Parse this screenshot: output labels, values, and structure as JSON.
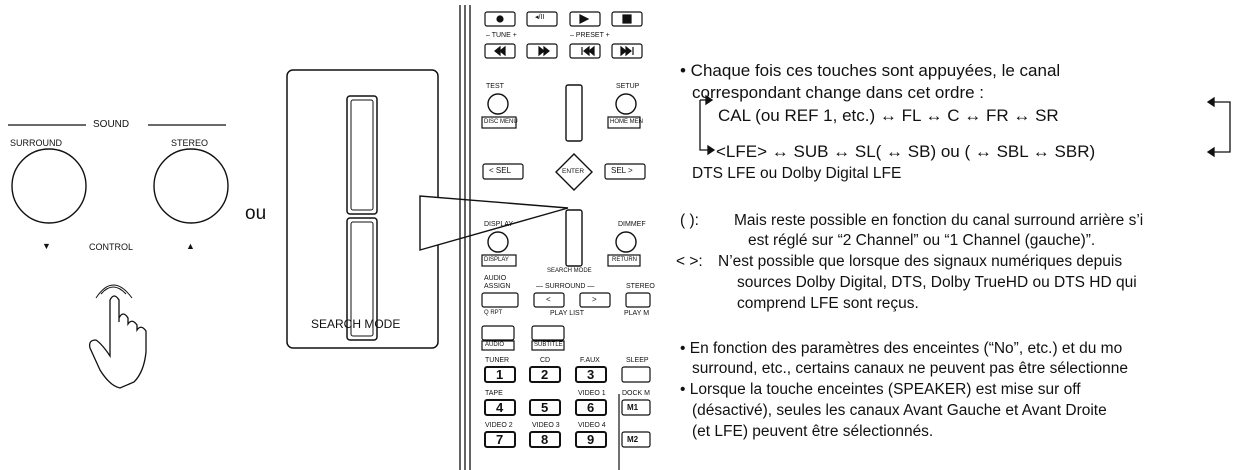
{
  "panel": {
    "sound_label": "SOUND",
    "surround_label": "SURROUND",
    "stereo_label": "STEREO",
    "control_label": "CONTROL",
    "down_arrow": "▼",
    "up_arrow": "▲"
  },
  "ou": "ou",
  "zoom": {
    "search_mode_label": "SEARCH MODE"
  },
  "remote": {
    "tune_label": "–  TUNE  +",
    "preset_label": "–  PRESET  +",
    "test": "TEST",
    "setup": "SETUP",
    "disc_menu": "DISC MENU",
    "home_menu": "HOME MEN",
    "sel_left": "< SEL",
    "sel_right": "SEL >",
    "enter": "ENTER",
    "display": "DISPLAY",
    "display_box": "DISPLAY",
    "dimmer": "DIMMEF",
    "return": "RETURN",
    "search_mode": "SEARCH MODE",
    "audio_assign_1": "AUDIO",
    "audio_assign_2": "ASSIGN",
    "surround": "— SURROUND —",
    "stereo": "STEREO",
    "surround_left": "<",
    "surround_right": ">",
    "qrpt": "Q RPT",
    "play_list": "PLAY LIST",
    "play_m": "PLAY M",
    "audio": "AUDIO",
    "subtitle": "SUBTITLE",
    "tuner": "TUNER",
    "cd": "CD",
    "faux": "F.AUX",
    "sleep": "SLEEP",
    "tape": "TAPE",
    "video1": "VIDEO 1",
    "dockm": "DOCK M",
    "video2": "VIDEO 2",
    "video3": "VIDEO 3",
    "video4": "VIDEO 4",
    "k1": "1",
    "k2": "2",
    "k3": "3",
    "k4": "4",
    "k5": "5",
    "k6": "6",
    "k7": "7",
    "k8": "8",
    "k9": "9",
    "m1": "M1",
    "m2": "M2",
    "play_pause": "◂/II"
  },
  "text": {
    "bullet1_line1": "• Chaque fois ces touches sont appuyées, le canal",
    "bullet1_line2": "correspondant change dans cet ordre :",
    "seq_top": "CAL (ou REF 1, etc.)  ↔  FL  ↔  C  ↔  FR  ↔  SR",
    "seq_bottom": "<LFE>  ↔  SUB  ↔  SL( ↔ SB) ou ( ↔ SBL  ↔  SBR)",
    "lfe_note": "DTS LFE ou Dolby Digital LFE",
    "paren_mark": "(    ):",
    "paren_line1": "Mais reste possible en fonction du canal surround arrière s’i",
    "paren_line2": "est réglé sur “2 Channel” ou “1 Channel (gauche)”.",
    "angle_mark": "< >:",
    "angle_line1": "N’est possible que lorsque des signaux numériques depuis",
    "angle_line2": "sources Dolby Digital, DTS, Dolby TrueHD ou DTS HD qui",
    "angle_line3": "comprend LFE sont reçus.",
    "b2_line1": "• En fonction des paramètres des enceintes (“No”, etc.) et du mo",
    "b2_line2": "surround, etc., certains canaux ne peuvent pas être sélectionne",
    "b3_line1": "• Lorsque la touche enceintes (SPEAKER) est mise sur off",
    "b3_line2": "(désactivé), seules les canaux Avant Gauche et Avant Droite",
    "b3_line3": "(et LFE) peuvent être sélectionnés."
  }
}
